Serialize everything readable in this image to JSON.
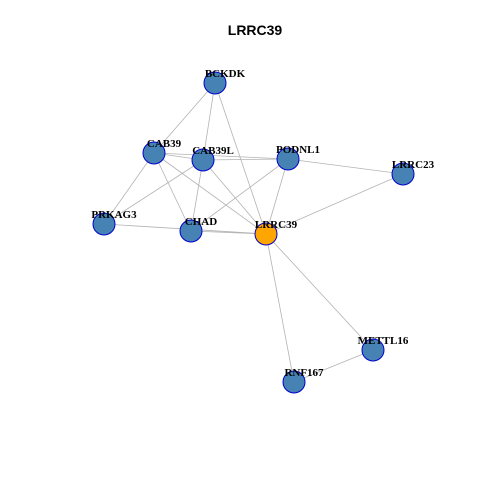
{
  "title": "LRRC39",
  "colors": {
    "node_fill": "#4682b4",
    "node_stroke": "#0000cd",
    "center_fill": "#ffa500",
    "center_stroke": "#0000cd",
    "edge": "#b3b3b3"
  },
  "nodes": [
    {
      "id": "BCKDK",
      "label": "BCKDK",
      "center": false
    },
    {
      "id": "CAB39",
      "label": "CAB39",
      "center": false
    },
    {
      "id": "CAB39L",
      "label": "CAB39L",
      "center": false
    },
    {
      "id": "PODNL1",
      "label": "PODNL1",
      "center": false
    },
    {
      "id": "LRRC23",
      "label": "LRRC23",
      "center": false
    },
    {
      "id": "PRKAG3",
      "label": "PRKAG3",
      "center": false
    },
    {
      "id": "CHAD",
      "label": "CHAD",
      "center": false
    },
    {
      "id": "LRRC39",
      "label": "LRRC39",
      "center": true
    },
    {
      "id": "METTL16",
      "label": "METTL16",
      "center": false
    },
    {
      "id": "RNF167",
      "label": "RNF167",
      "center": false
    }
  ],
  "edges": [
    [
      "BCKDK",
      "CAB39"
    ],
    [
      "BCKDK",
      "CAB39L"
    ],
    [
      "BCKDK",
      "LRRC39"
    ],
    [
      "CAB39",
      "CAB39L"
    ],
    [
      "CAB39",
      "PODNL1"
    ],
    [
      "CAB39",
      "PRKAG3"
    ],
    [
      "CAB39",
      "CHAD"
    ],
    [
      "CAB39",
      "LRRC39"
    ],
    [
      "CAB39L",
      "PODNL1"
    ],
    [
      "CAB39L",
      "PRKAG3"
    ],
    [
      "CAB39L",
      "CHAD"
    ],
    [
      "CAB39L",
      "LRRC39"
    ],
    [
      "PODNL1",
      "LRRC23"
    ],
    [
      "PODNL1",
      "CHAD"
    ],
    [
      "PODNL1",
      "LRRC39"
    ],
    [
      "LRRC23",
      "LRRC39"
    ],
    [
      "PRKAG3",
      "LRRC39"
    ],
    [
      "CHAD",
      "LRRC39"
    ],
    [
      "LRRC39",
      "METTL16"
    ],
    [
      "LRRC39",
      "RNF167"
    ],
    [
      "METTL16",
      "RNF167"
    ]
  ]
}
